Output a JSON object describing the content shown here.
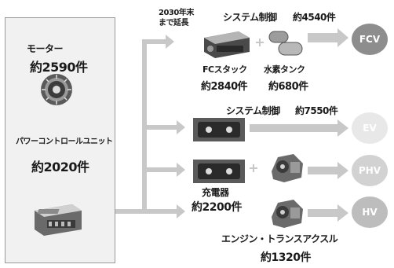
{
  "left_panel": {
    "motor": {
      "label": "モーター",
      "count": "約2590件"
    },
    "pcu": {
      "label": "パワーコントロールユニット",
      "count": "約2020件"
    }
  },
  "deadline_note": {
    "line1": "2030年末",
    "line2": "まで延長"
  },
  "fcv_row": {
    "system_control": "システム制御",
    "system_count": "約4540件",
    "fc_stack": {
      "label": "FCスタック",
      "count": "約2840件"
    },
    "h2_tank": {
      "label": "水素タンク",
      "count": "約680件"
    },
    "vehicle": "FCV"
  },
  "ev_row": {
    "system_control": "システム制御",
    "system_count": "約7550件",
    "vehicle": "EV"
  },
  "phv_row": {
    "charger": {
      "label": "充電器",
      "count": "約2200件"
    },
    "vehicle": "PHV"
  },
  "hv_row": {
    "transaxle": {
      "label": "エンジン・トランスアクスル",
      "count": "約1320件"
    },
    "vehicle": "HV"
  },
  "colors": {
    "fcv": "#8d8d8d",
    "ev": "#e8e8e8",
    "phv": "#d2d2d2",
    "hv": "#bdbdbd",
    "arrow": "#c8c8c8"
  }
}
